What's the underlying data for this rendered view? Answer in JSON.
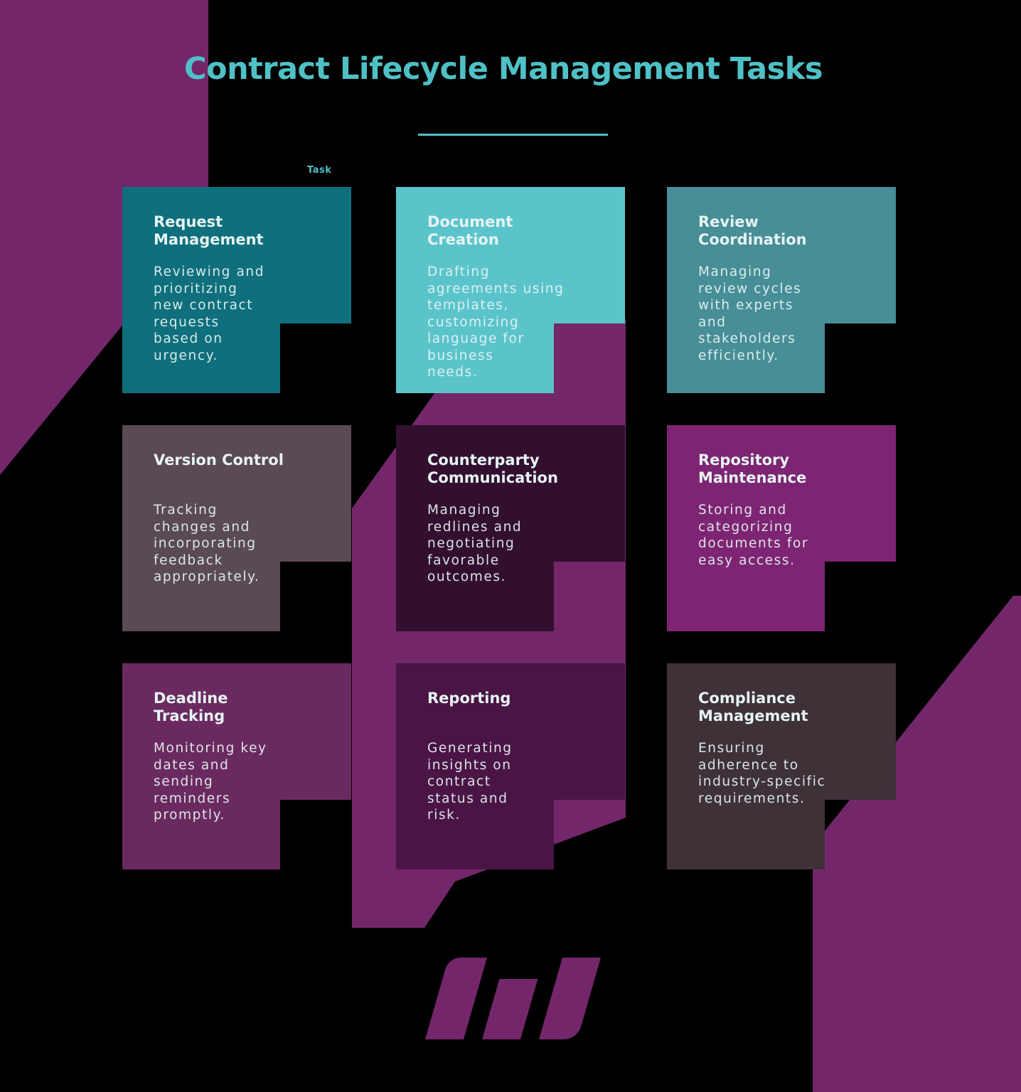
{
  "title": "Contract Lifecycle Management Tasks",
  "task_label": "Task",
  "colors": {
    "background": "#000000",
    "accent_teal": "#4FC1C6",
    "purple": "#73276A",
    "card_text": "#E6F3F3"
  },
  "cards": [
    {
      "id": "request-management",
      "title": "Request\nManagement",
      "body": "Reviewing and\nprioritizing\nnew contract\nrequests\nbased on\nurgency.",
      "bg": "#0F6F7C",
      "fold": "#0B5560"
    },
    {
      "id": "document-creation",
      "title": "Document\nCreation",
      "body": "Drafting\nagreements using\ntemplates,\ncustomizing\nlanguage for\nbusiness\nneeds.",
      "bg": "#5BC4CB",
      "fold": "#4A96A0"
    },
    {
      "id": "review-coordination",
      "title": "Review\nCoordination",
      "body": "Managing\nreview cycles\nwith experts\nand\nstakeholders\nefficiently.",
      "bg": "#478E97",
      "fold": "#0D7280"
    },
    {
      "id": "version-control",
      "title": "Version Control",
      "body": "Tracking\nchanges and\nincorporating\nfeedback\nappropriately.",
      "bg": "#5A4A53",
      "fold": "#3F3440"
    },
    {
      "id": "counterparty-communication",
      "title": "Counterparty\nCommunication",
      "body": "Managing\nredlines and\nnegotiating\nfavorable\noutcomes.",
      "bg": "#330F2F",
      "fold": "#220A20"
    },
    {
      "id": "repository-maintenance",
      "title": "Repository\nMaintenance",
      "body": "Storing and\ncategorizing\ndocuments for\neasy access.",
      "bg": "#7D2472",
      "fold": "#4F1B4A"
    },
    {
      "id": "deadline-tracking",
      "title": "Deadline\nTracking",
      "body": "Monitoring key\ndates and\nsending\nreminders\npromptly.",
      "bg": "#6A2A5F",
      "fold": "#380D33"
    },
    {
      "id": "reporting",
      "title": "Reporting",
      "body": "Generating\ninsights on\ncontract\nstatus and\nrisk.",
      "bg": "#4A1545",
      "fold": "#2A0726"
    },
    {
      "id": "compliance-management",
      "title": "Compliance\nManagement",
      "body": "Ensuring\nadherence to\nindustry-specific\nrequirements.",
      "bg": "#3E3138",
      "fold": "#2A0722"
    }
  ],
  "logo": {
    "name": "m-monogram-logo"
  },
  "layout": {
    "card_lefts": [
      172,
      557,
      938
    ],
    "card_tops": [
      263,
      598,
      933
    ]
  }
}
